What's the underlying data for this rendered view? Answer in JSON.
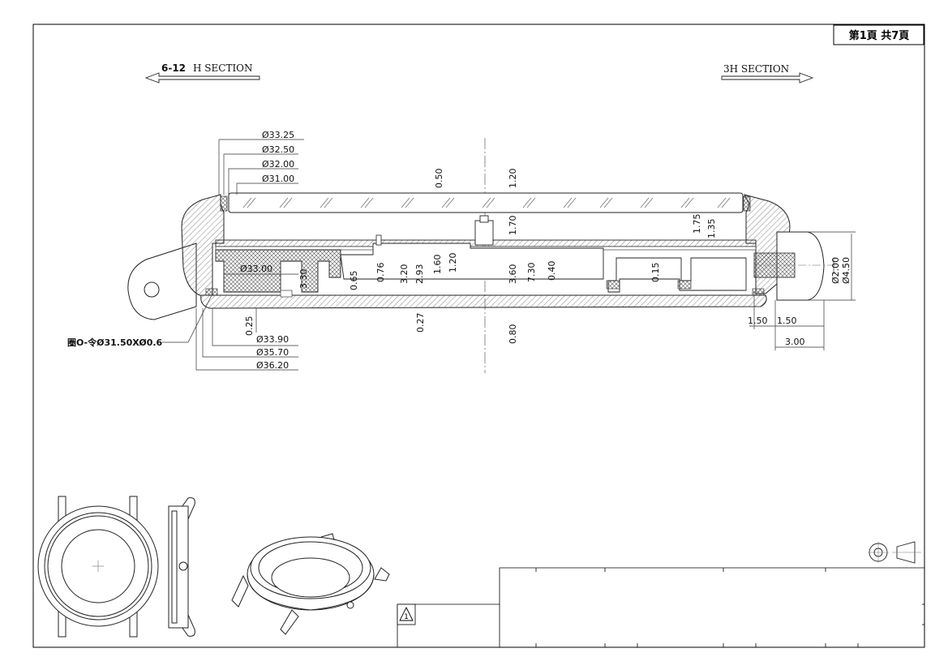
{
  "sheet": {
    "page_label": "第1頁 共7頁",
    "section_left": {
      "prefix": "6-12",
      "label": "H SECTION"
    },
    "section_right": {
      "label": "3H SECTION"
    },
    "revision_mark": "1"
  },
  "dimensions": {
    "top_diameters": [
      "Ø33.25",
      "Ø32.50",
      "Ø32.00",
      "Ø31.00"
    ],
    "bottom_diameters": [
      "Ø33.90",
      "Ø35.70",
      "Ø36.20"
    ],
    "inner_diameter": "Ø33.00",
    "oring_note": "圈O-令Ø31.50XØ0.6",
    "vertical": {
      "v050": "0.50",
      "v120_top": "1.20",
      "v170": "1.70",
      "v175": "1.75",
      "v135": "1.35",
      "v330": "3.30",
      "v065": "0.65",
      "v076": "0.76",
      "v320": "3.20",
      "v293": "2.93",
      "v160": "1.60",
      "v120_mid": "1.20",
      "v360": "3.60",
      "v730": "7.30",
      "v040": "0.40",
      "v015": "0.15",
      "v025": "0.25",
      "v027": "0.27",
      "v080": "0.80"
    },
    "crown": {
      "d_small": "Ø2.00",
      "d_large": "Ø4.50",
      "len_a": "1.50",
      "len_b": "1.50",
      "len_total": "3.00"
    }
  },
  "colors": {
    "line": "#2a2a2a",
    "hatch": "#555555",
    "paper": "#ffffff",
    "border": "#000000"
  }
}
